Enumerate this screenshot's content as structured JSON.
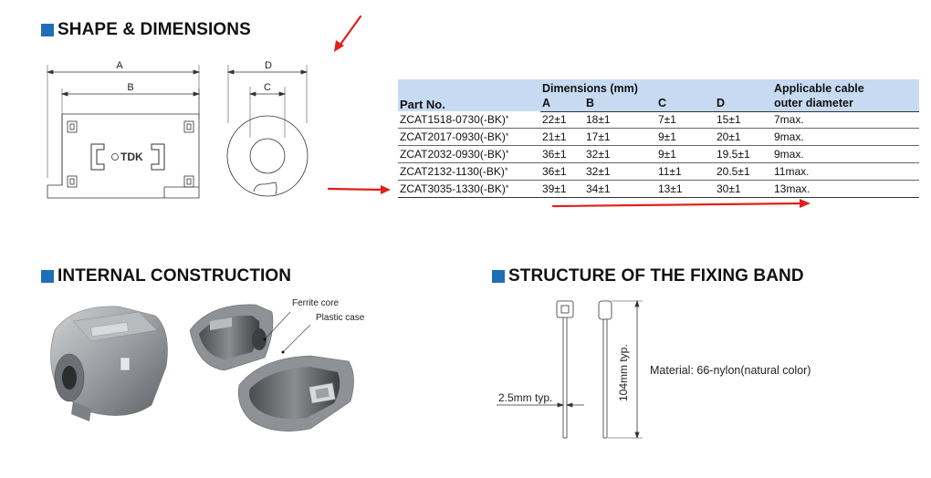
{
  "sections": {
    "shape": "SHAPE & DIMENSIONS",
    "internal": "INTERNAL CONSTRUCTION",
    "structure": "STRUCTURE OF THE FIXING BAND"
  },
  "drawing": {
    "dim_a": "A",
    "dim_b": "B",
    "dim_c": "C",
    "dim_d": "D",
    "logo": "TDK"
  },
  "table": {
    "headers": {
      "part_no": "Part No.",
      "dimensions": "Dimensions (mm)",
      "a": "A",
      "b": "B",
      "c": "C",
      "d": "D",
      "cable_line1": "Applicable cable",
      "cable_line2": "outer diameter"
    },
    "rows": [
      {
        "part": "ZCAT1518-0730(-BK)",
        "ast": "*",
        "a": "22±1",
        "b": "18±1",
        "c": "7±1",
        "d": "15±1",
        "cable": "7max."
      },
      {
        "part": "ZCAT2017-0930(-BK)",
        "ast": "*",
        "a": "21±1",
        "b": "17±1",
        "c": "9±1",
        "d": "20±1",
        "cable": "9max."
      },
      {
        "part": "ZCAT2032-0930(-BK)",
        "ast": "*",
        "a": "36±1",
        "b": "32±1",
        "c": "9±1",
        "d": "19.5±1",
        "cable": "9max."
      },
      {
        "part": "ZCAT2132-1130(-BK)",
        "ast": "*",
        "a": "36±1",
        "b": "32±1",
        "c": "11±1",
        "d": "20.5±1",
        "cable": "11max."
      },
      {
        "part": "ZCAT3035-1330(-BK)",
        "ast": "*",
        "a": "39±1",
        "b": "34±1",
        "c": "13±1",
        "d": "30±1",
        "cable": "13max."
      }
    ]
  },
  "construction": {
    "ferrite_core": "Ferrite core",
    "plastic_case": "Plastic case"
  },
  "band": {
    "width": "2.5mm typ.",
    "length": "104mm typ.",
    "material": "Material: 66-nylon(natural color)"
  },
  "colors": {
    "accent_blue": "#1f6fb8",
    "table_header": "#c6dbf2",
    "arrow_red": "#e0201c"
  }
}
